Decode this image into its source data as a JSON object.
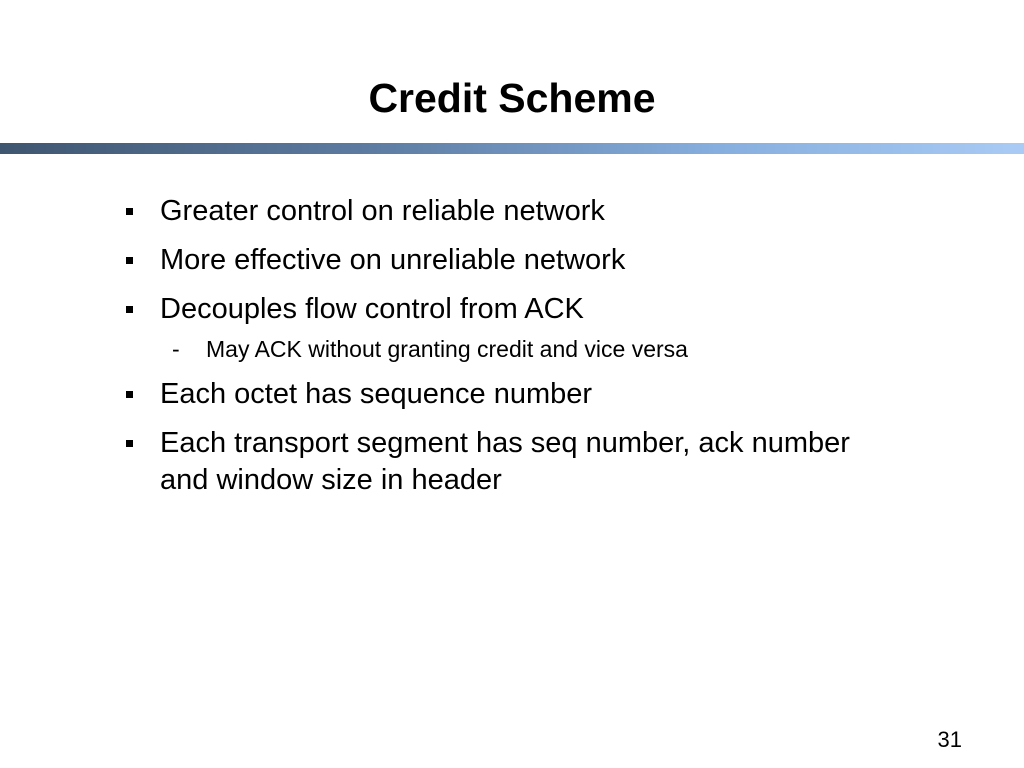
{
  "slide": {
    "title": "Credit Scheme",
    "page_number": "31",
    "bullets": [
      {
        "text": "Greater control on reliable network"
      },
      {
        "text": "More effective on unreliable network"
      },
      {
        "text": "Decouples flow control from ACK"
      },
      {
        "sub_text": "May ACK without granting credit and vice versa",
        "marker": "-"
      },
      {
        "text": "Each octet has sequence number"
      },
      {
        "text": "Each transport segment has seq number, ack number and window size in header"
      }
    ]
  }
}
